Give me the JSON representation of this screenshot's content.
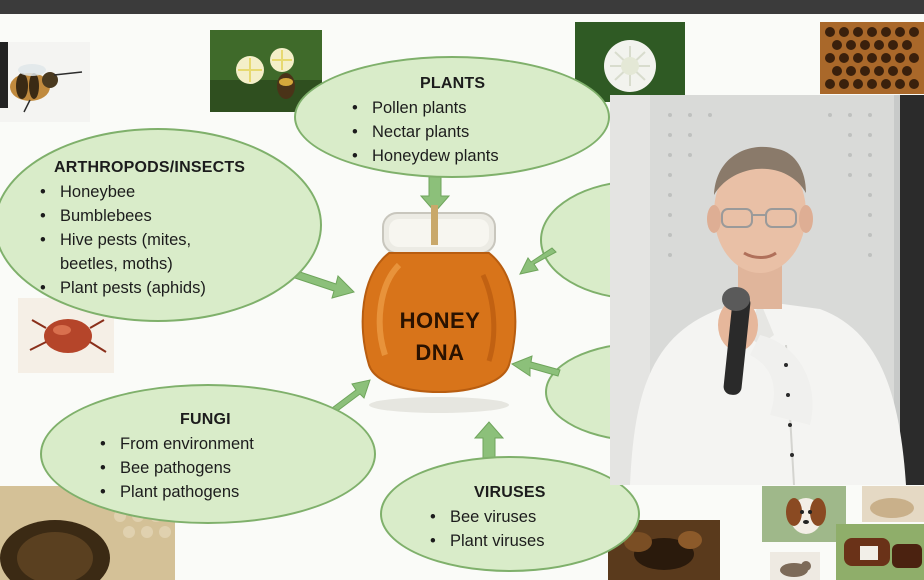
{
  "center": {
    "line1": "HONEY",
    "line2": "DNA"
  },
  "plants": {
    "title": "PLANTS",
    "items": [
      "Pollen plants",
      "Nectar plants",
      "Honeydew plants"
    ]
  },
  "arthropods": {
    "title": "ARTHROPODS/INSECTS",
    "items": [
      "Honeybee",
      "Bumblebees",
      "Hive pests (mites,",
      "beetles, moths)",
      "Plant pests (aphids)"
    ]
  },
  "fungi": {
    "title": "FUNGI",
    "items": [
      "From environment",
      "Bee pathogens",
      "Plant pathogens"
    ]
  },
  "viruses": {
    "title": "VIRUSES",
    "items": [
      "Bee viruses",
      "Plant viruses"
    ]
  },
  "colors": {
    "ellipse_fill": "#d9ecc9",
    "ellipse_border": "#7fb06b",
    "arrow": "#8cc07a",
    "honey": "#d8741a",
    "top_bar": "#3b3b3b"
  }
}
